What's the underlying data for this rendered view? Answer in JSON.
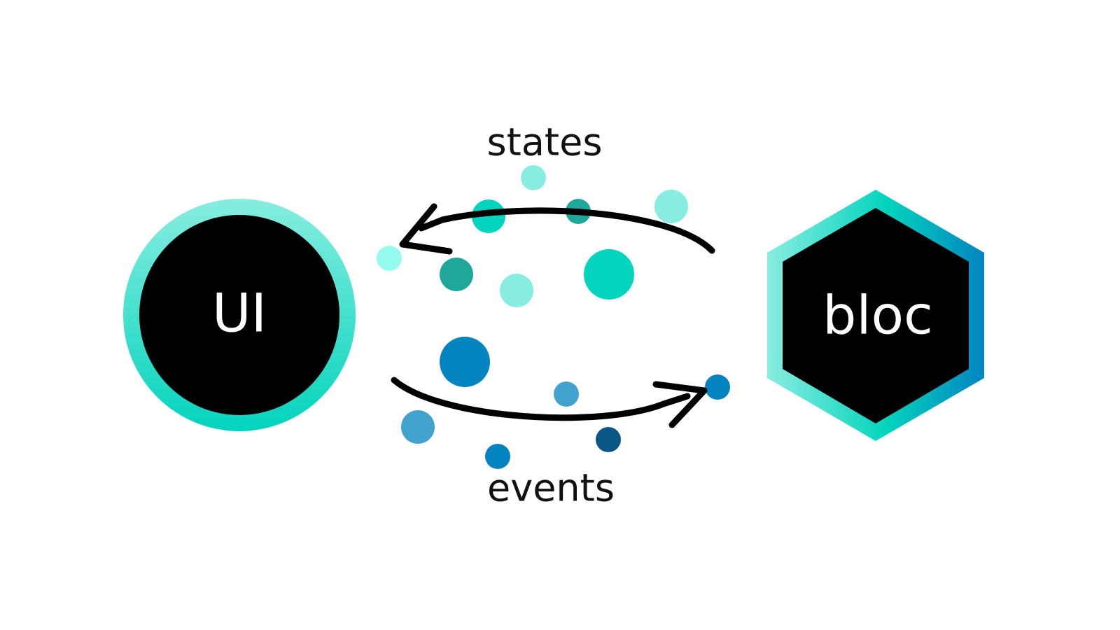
{
  "nodes": {
    "ui": {
      "label": "UI"
    },
    "bloc": {
      "label": "bloc"
    }
  },
  "flows": {
    "states": {
      "label": "states"
    },
    "events": {
      "label": "events"
    }
  },
  "colors": {
    "node_fill": "#000000",
    "node_text": "#ffffff",
    "teal_light": "#87ede0",
    "teal_bright": "#03d4bd",
    "teal_dark": "#1fa89a",
    "aqua_pale": "#95fbef",
    "blue": "#0384c1",
    "blue_light": "#42a1cd",
    "blue_dark": "#0a5785"
  },
  "particle_colors": {
    "states": [
      "teal_light",
      "teal_bright",
      "teal_dark",
      "teal_light",
      "aqua_pale",
      "teal_dark",
      "teal_light",
      "teal_bright"
    ],
    "events": [
      "blue",
      "blue_light",
      "blue",
      "blue_light",
      "blue",
      "blue_dark"
    ]
  }
}
